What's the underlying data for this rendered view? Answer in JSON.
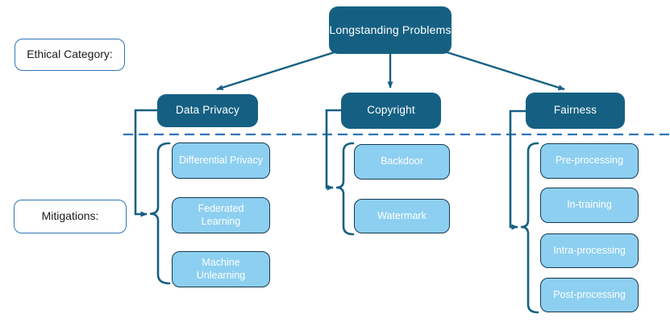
{
  "diagram": {
    "root": {
      "label": "Longstanding Problems"
    },
    "side_labels": {
      "ethical_category": "Ethical Category:",
      "mitigations": "Mitigations:"
    },
    "categories": [
      {
        "label": "Data Privacy",
        "mitigations": [
          "Differential Privacy",
          "Federated Learning",
          "Machine Unlearning"
        ]
      },
      {
        "label": "Copyright",
        "mitigations": [
          "Backdoor",
          "Watermark"
        ]
      },
      {
        "label": "Fairness",
        "mitigations": [
          "Pre-processing",
          "In-training",
          "Intra-processing",
          "Post-processing"
        ]
      }
    ],
    "colors": {
      "dark_node_fill": "#156082",
      "light_node_fill": "#8DCFF0",
      "light_node_border": "#143A50",
      "connector": "#156082",
      "dashed_divider": "#2E75B6",
      "label_box_border": "#2E75B6",
      "node_text": "#ffffff",
      "label_text": "#1a1a1a",
      "background": "#ffffff"
    }
  }
}
